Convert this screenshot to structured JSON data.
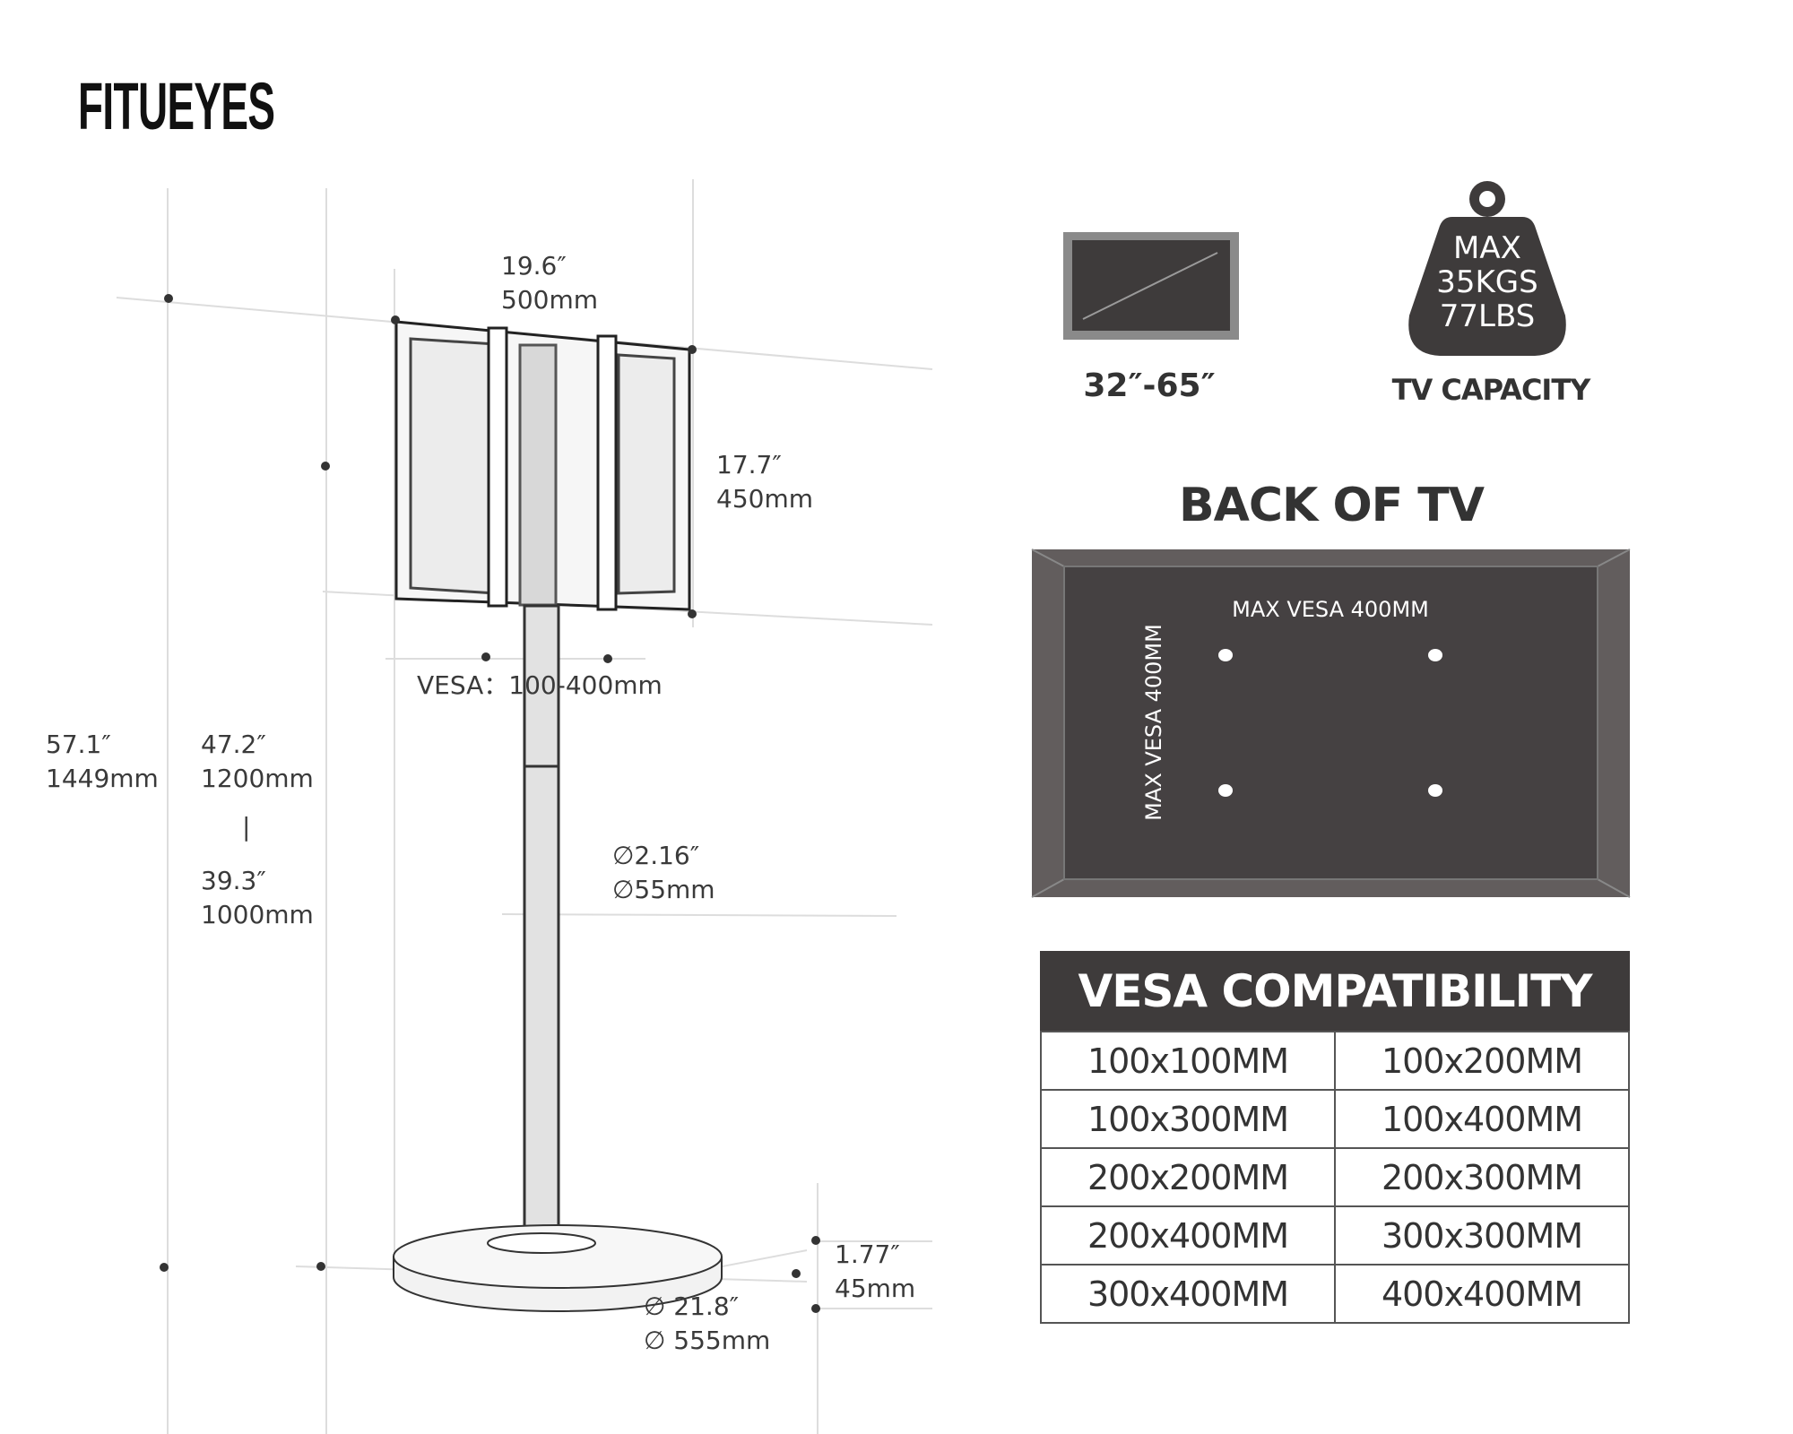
{
  "brand": {
    "logo": "FITUEYES"
  },
  "dimensions": {
    "width": {
      "in": "19.6″",
      "mm": "500mm"
    },
    "height_plate": {
      "in": "17.7″",
      "mm": "450mm"
    },
    "vesa": "VESA：100-400mm",
    "total_height": {
      "in": "57.1″",
      "mm": "1449mm"
    },
    "adjust_max": {
      "in": "47.2″",
      "mm": "1200mm"
    },
    "range_separator": "|",
    "adjust_min": {
      "in": "39.3″",
      "mm": "1000mm"
    },
    "pole": {
      "in": "∅2.16″",
      "mm": "∅55mm"
    },
    "base_thickness": {
      "in": "1.77″",
      "mm": "45mm"
    },
    "base_diameter": {
      "in": "∅ 21.8″",
      "mm": "∅ 555mm"
    }
  },
  "specs": {
    "screen_size": "32″-65″",
    "weight": {
      "line1": "MAX",
      "line2": "35KGS",
      "line3": "77LBS"
    },
    "weight_caption": "TV CAPACITY"
  },
  "back_of_tv": {
    "title": "BACK OF TV",
    "horizontal_label": "MAX VESA 400MM",
    "vertical_label": "MAX VESA 400MM"
  },
  "vesa_table": {
    "title": "VESA COMPATIBILITY",
    "rows": [
      [
        "100x100MM",
        "100x200MM"
      ],
      [
        "100x300MM",
        "100x400MM"
      ],
      [
        "200x200MM",
        "200x300MM"
      ],
      [
        "200x400MM",
        "300x300MM"
      ],
      [
        "300x400MM",
        "400x400MM"
      ]
    ]
  },
  "colors": {
    "dark": "#3e3b3b",
    "panel_border": "#625d5d",
    "tv_frame": "#8a8a8a"
  }
}
